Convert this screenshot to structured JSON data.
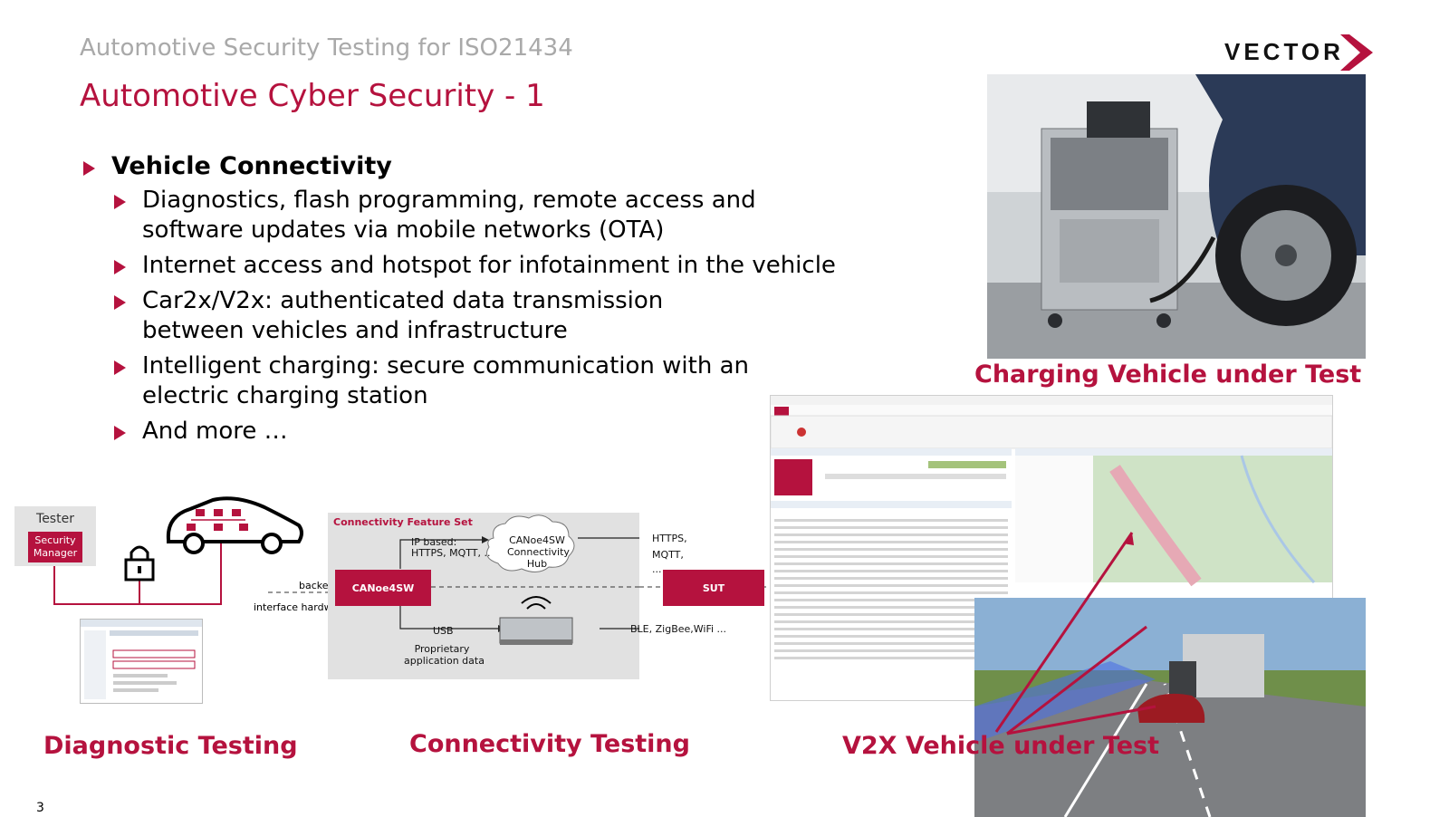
{
  "header": {
    "subtitle": "Automotive Security Testing for ISO21434",
    "title": "Automotive Cyber Security - 1",
    "logo_text": "VECTOR"
  },
  "bullets": {
    "main": "Vehicle Connectivity",
    "items": [
      [
        "Diagnostics, flash programming, remote access and",
        "software updates via mobile networks (OTA)"
      ],
      [
        "Internet access and hotspot for infotainment in the vehicle"
      ],
      [
        "Car2x/V2x: authenticated data transmission",
        "between vehicles and infrastructure"
      ],
      [
        "Intelligent charging: secure communication with an",
        "electric charging station"
      ],
      [
        "And more …"
      ]
    ]
  },
  "captions": {
    "charging": "Charging Vehicle under Test",
    "diagnostic": "Diagnostic Testing",
    "connectivity": "Connectivity Testing",
    "v2x": "V2X Vehicle under Test"
  },
  "diagram": {
    "tester": "Tester",
    "security_manager_1": "Security",
    "security_manager_2": "Manager",
    "feature_set_title": "Connectivity Feature Set",
    "backend": "backend",
    "interface_hardware": "interface hardware",
    "canoe": "CANoe4SW",
    "sut": "SUT",
    "ip_based_1": "IP based:",
    "ip_based_2": "HTTPS, MQTT, ..",
    "hub_1": "CANoe4SW",
    "hub_2": "Connectivity",
    "hub_3": "Hub",
    "https": "HTTPS,",
    "mqtt": "MQTT,",
    "dots": "...",
    "usb": "USB",
    "proprietary_1": "Proprietary",
    "proprietary_2": "application data",
    "ble": "BLE, ZigBee,WiFi ..."
  },
  "page_number": "3",
  "colors": {
    "accent": "#b5123e",
    "subtitle_gray": "#a9a9a9",
    "panel_gray": "#e1e1e1"
  }
}
